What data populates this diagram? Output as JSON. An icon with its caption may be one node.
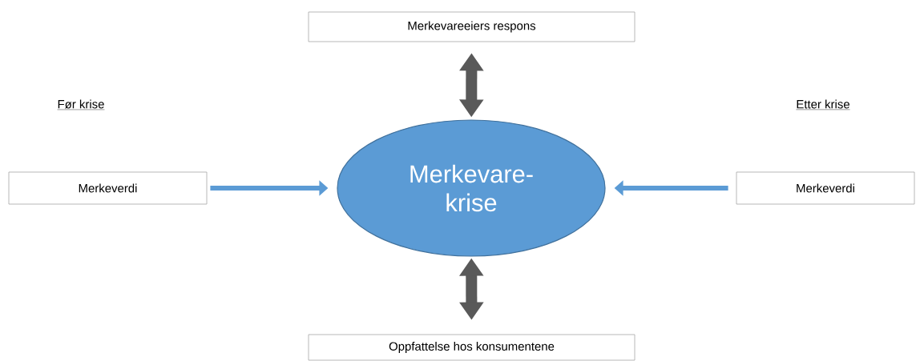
{
  "diagram": {
    "nodes": [
      {
        "text": [
          "Merkevareeiers respons"
        ]
      },
      {
        "text": [
          "Merkevare- krise"
        ]
      },
      {
        "text": [
          "Merkeverdi"
        ]
      },
      {
        "text": [
          "Merkeverdi"
        ]
      },
      {
        "text": [
          "Oppfattelse hos konsumentene"
        ]
      }
    ],
    "edges": [
      {
        "from": 0,
        "to": 1,
        "arrow": "both",
        "style": "thick",
        "color": "#595959"
      },
      {
        "from": 2,
        "to": 1,
        "arrow": "to",
        "color": "#5b9bd5"
      },
      {
        "from": 3,
        "to": 1,
        "arrow": "to",
        "color": "#5b9bd5"
      },
      {
        "from": 1,
        "to": 4,
        "arrow": "both",
        "style": "thick",
        "color": "#595959"
      }
    ],
    "labels": [
      "Før krise",
      "Etter krise"
    ]
  }
}
